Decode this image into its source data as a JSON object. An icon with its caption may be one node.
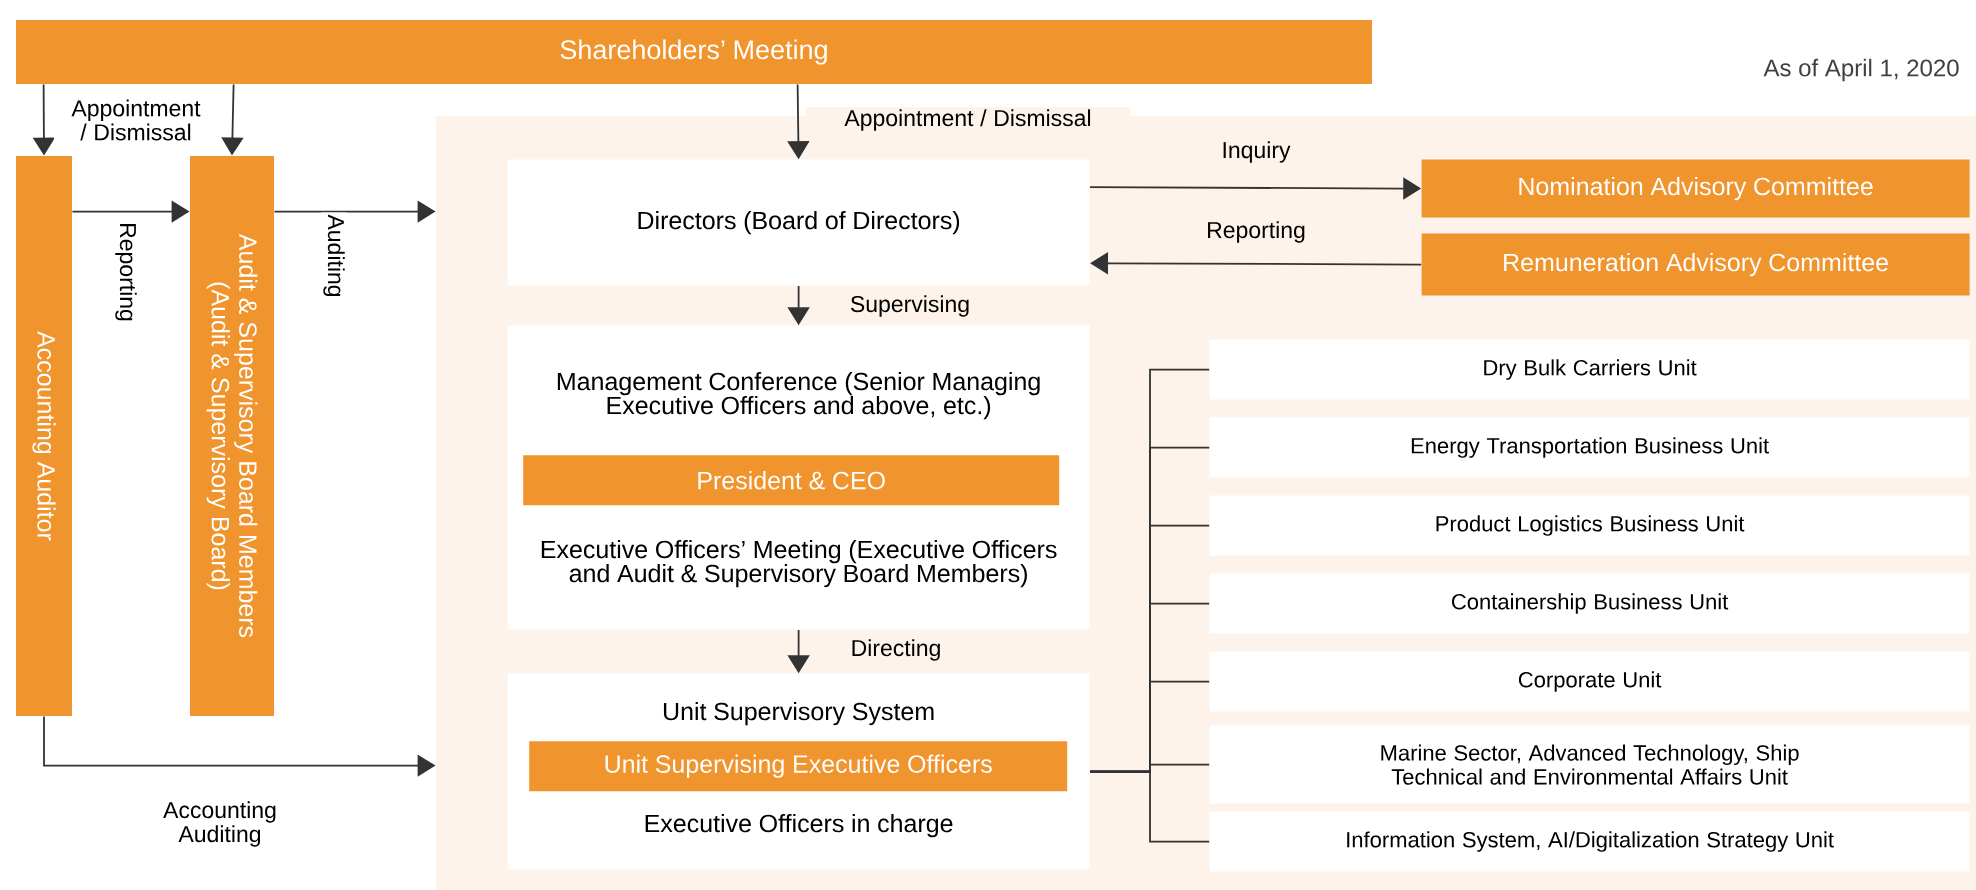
{
  "diagram": {
    "nodes": [
      {
        "text": [
          "Shareholders’ Meeting"
        ]
      },
      {
        "text": [
          "Accounting Auditor"
        ]
      },
      {
        "text": [
          "Audit & Supervisory Board Members (Audit & Supervisory Board)"
        ]
      },
      {
        "text": [],
        "shape": "box"
      },
      {
        "text": [
          "Directors (Board of Directors)"
        ],
        "in": 3
      },
      {
        "text": [
          "Nomination Advisory Committee"
        ],
        "in": 3
      },
      {
        "text": [
          "Remuneration Advisory Committee"
        ],
        "in": 3
      },
      {
        "text": [
          "Management Conference (Senior Managing Executive Officers and above, etc.)",
          "Executive Officers’ Meeting (Executive Officers and Audit & Supervisory Board Members)"
        ],
        "in": 3
      },
      {
        "text": [
          "President & CEO"
        ],
        "in": 7
      },
      {
        "text": [
          "Unit Supervisory System",
          "Executive Officers in charge"
        ],
        "in": 3
      },
      {
        "text": [
          "Unit Supervising Executive Officers"
        ],
        "in": 9
      },
      {
        "text": [
          "Dry Bulk Carriers Unit"
        ],
        "in": 3
      },
      {
        "text": [
          "Energy Transportation Business Unit"
        ],
        "in": 3
      },
      {
        "text": [
          "Product Logistics Business Unit"
        ],
        "in": 3
      },
      {
        "text": [
          "Containership Business Unit"
        ],
        "in": 3
      },
      {
        "text": [
          "Corporate Unit"
        ],
        "in": 3
      },
      {
        "text": [
          "Marine Sector, Advanced Technology, Ship Technical and Environmental Affairs Unit"
        ],
        "in": 3
      },
      {
        "text": [
          "Information System, AI/Digitalization Strategy Unit"
        ],
        "in": 3
      }
    ],
    "edges": [
      {
        "from": 0,
        "to": 1,
        "arrow": "to",
        "label": "Appointment / Dismissal"
      },
      {
        "from": 0,
        "to": 2,
        "arrow": "to"
      },
      {
        "from": 0,
        "to": 4,
        "arrow": "to",
        "label": "Appointment / Dismissal"
      },
      {
        "from": 1,
        "to": 2,
        "arrow": "to",
        "label": "Reporting"
      },
      {
        "from": 2,
        "to": 3,
        "arrow": "to",
        "label": "Auditing"
      },
      {
        "from": 1,
        "to": 3,
        "arrow": "to",
        "label": "Accounting Auditing"
      },
      {
        "from": 4,
        "to": 5,
        "arrow": "to",
        "label": "Inquiry"
      },
      {
        "from": 6,
        "to": 4,
        "arrow": "to",
        "label": "Reporting"
      },
      {
        "from": 4,
        "to": 7,
        "arrow": "to",
        "label": "Supervising"
      },
      {
        "from": 7,
        "to": 9,
        "arrow": "to",
        "label": "Directing"
      },
      {
        "from": 9,
        "to": 11,
        "arrow": "none"
      },
      {
        "from": 9,
        "to": 12,
        "arrow": "none"
      },
      {
        "from": 9,
        "to": 13,
        "arrow": "none"
      },
      {
        "from": 9,
        "to": 14,
        "arrow": "none"
      },
      {
        "from": 9,
        "to": 15,
        "arrow": "none"
      },
      {
        "from": 9,
        "to": 16,
        "arrow": "none"
      },
      {
        "from": 9,
        "to": 17,
        "arrow": "none"
      }
    ],
    "labels": [
      "As of April 1, 2020"
    ]
  }
}
